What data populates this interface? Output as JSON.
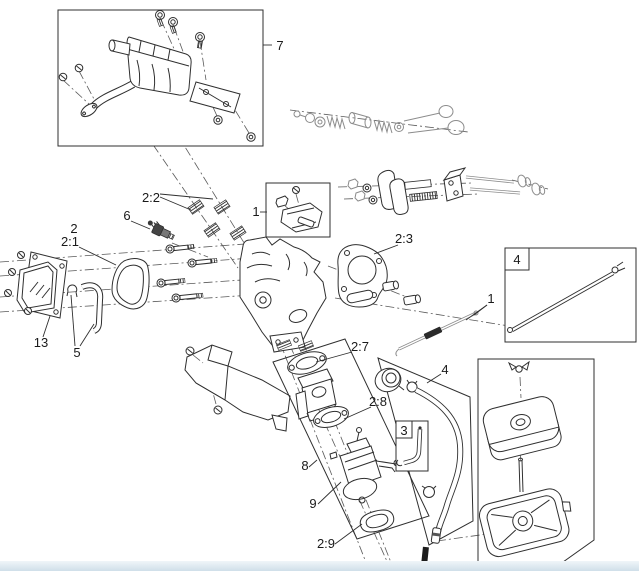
{
  "colors": {
    "background": "#ffffff",
    "line": "#2f2f2f",
    "light_line": "#8c8c8c",
    "dash_line": "#5a5a5a",
    "label_text": "#1a1a1a",
    "bottom_band": "#d7e3ec",
    "bottom_band_light": "#f0f5f9",
    "dark_fill": "#2a2a2a"
  },
  "diagram": {
    "type": "exploded-parts-diagram",
    "callouts": {
      "muffler_box": "7",
      "studs": "2:2",
      "spark_plug": "6",
      "gasket_group": "2",
      "valve_cover_gasket": "2:1",
      "governor_bracket_box": "1",
      "head_gasket": "2:3",
      "valve_cover": "13",
      "breather_tube": "5",
      "throttle_rod": "1",
      "rod_box": "4",
      "fuel_line_box": "4",
      "intake_gasket_upper": "2:7",
      "intake_gasket_lower": "2:8",
      "fuel_pipe_box": "3",
      "carburetor_box": "8",
      "carburetor": "9",
      "carb_gasket": "2:9"
    }
  }
}
